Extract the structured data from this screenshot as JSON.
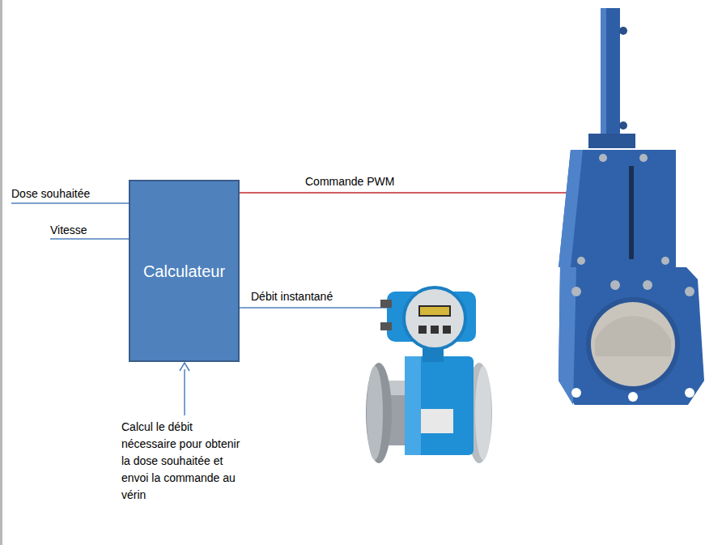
{
  "diagram": {
    "nodes": [
      {
        "text": [
          "Calculateur"
        ]
      }
    ],
    "labels": [
      "Dose souhaitée",
      "Vitesse",
      "Commande PWM",
      "Débit instantané",
      "Calcul le débit nécessaire pour obtenir la dose souhaitée et envoi la commande au vérin"
    ]
  }
}
